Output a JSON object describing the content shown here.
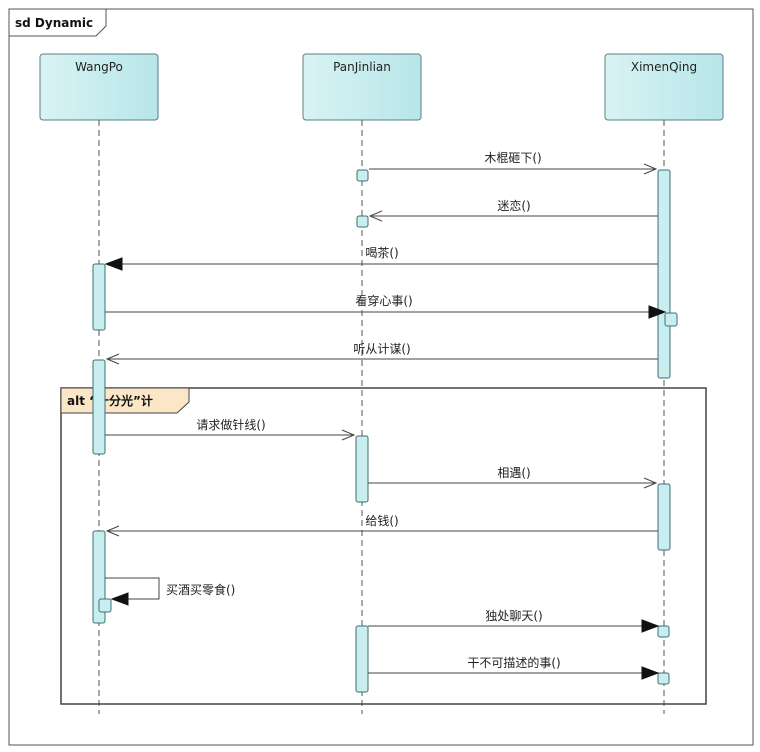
{
  "frame": {
    "label": "sd Dynamic"
  },
  "lifelines": [
    {
      "id": "wangpo",
      "name": "WangPo"
    },
    {
      "id": "panjinlian",
      "name": "PanJinlian"
    },
    {
      "id": "ximenqing",
      "name": "XimenQing"
    }
  ],
  "fragment": {
    "label": "alt “十分光”计"
  },
  "messages": [
    {
      "id": "m1",
      "label": "木棍砸下()"
    },
    {
      "id": "m2",
      "label": "迷恋()"
    },
    {
      "id": "m3",
      "label": "喝茶()"
    },
    {
      "id": "m4",
      "label": "看穿心事()"
    },
    {
      "id": "m5",
      "label": "听从计谋()"
    },
    {
      "id": "m6",
      "label": "请求做针线()"
    },
    {
      "id": "m7",
      "label": "相遇()"
    },
    {
      "id": "m8",
      "label": "给钱()"
    },
    {
      "id": "m9",
      "label": "买酒买零食()"
    },
    {
      "id": "m10",
      "label": "独处聊天()"
    },
    {
      "id": "m11",
      "label": "干不可描述的事()"
    }
  ],
  "colors": {
    "lifeline_fill": "#c9eef0",
    "activation_fill": "#c9eef0",
    "fragment_tab_fill": "#fbe6c8",
    "stroke": "#555555"
  }
}
